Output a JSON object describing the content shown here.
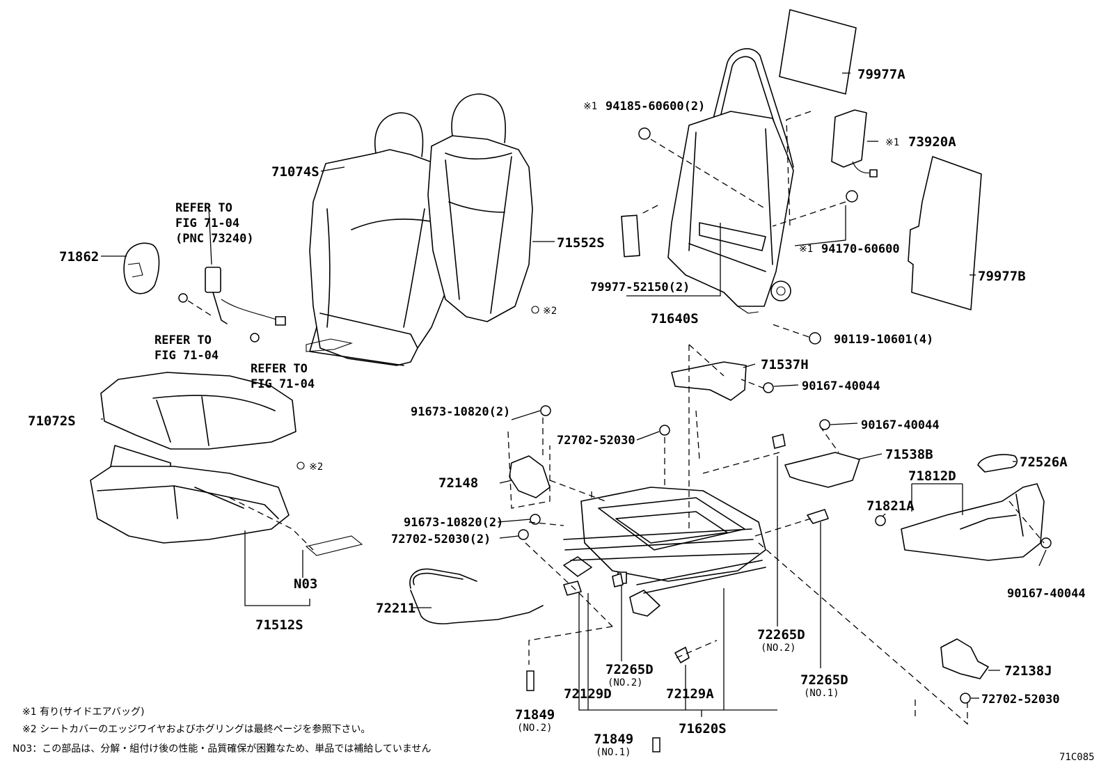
{
  "labels": {
    "p79977A": "79977A",
    "p94185": "94185-60600(2)",
    "p73920A": "73920A",
    "p94170": "94170-60600",
    "p79977B": "79977B",
    "p71074S": "71074S",
    "p71552S": "71552S",
    "p71862": "71862",
    "refer1_l1": "REFER TO",
    "refer1_l2": "FIG 71-04",
    "refer1_l3": "(PNC 73240)",
    "refer2_l1": "REFER TO",
    "refer2_l2": "FIG 71-04",
    "refer3_l1": "REFER TO",
    "refer3_l2": "FIG 71-04",
    "p79977_52150": "79977-52150(2)",
    "p71640S": "71640S",
    "p90119": "90119-10601(4)",
    "p71537H": "71537H",
    "p90167_a": "90167-40044",
    "p90167_b": "90167-40044",
    "p90167_c": "90167-40044",
    "p71072S": "71072S",
    "mark2_a": "※2",
    "mark2_b": "※2",
    "mark1_a": "※1",
    "mark1_b": "※1",
    "mark1_c": "※1",
    "p91673_a": "91673-10820(2)",
    "p91673_b": "91673-10820(2)",
    "p72702_a": "72702-52030",
    "p72702_b": "72702-52030(2)",
    "p72702_c": "72702-52030",
    "p71538B": "71538B",
    "p72526A": "72526A",
    "p71812D": "71812D",
    "p71821A": "71821A",
    "p72148": "72148",
    "pN03": "N03",
    "p71512S": "71512S",
    "p72211": "72211",
    "p72265D_a": "72265D",
    "p72265D_a_no": "(NO.2)",
    "p72265D_b": "72265D",
    "p72265D_b_no": "(NO.2)",
    "p72265D_c": "72265D",
    "p72265D_c_no": "(NO.1)",
    "p72138J": "72138J",
    "p71849_a": "71849",
    "p71849_a_no": "(NO.2)",
    "p71849_b": "71849",
    "p71849_b_no": "(NO.1)",
    "p72129D": "72129D",
    "p72129A": "72129A",
    "p71620S": "71620S",
    "figcode": "71C085"
  },
  "notes": {
    "n1": "※1 有り(サイドエアバッグ)",
    "n2": "※2 シートカバーのエッジワイヤおよびホグリングは最終ページを参照下さい。",
    "n3": "N03：この部品は、分解・組付け後の性能・品質確保が困難なため、単品では補給していません"
  }
}
